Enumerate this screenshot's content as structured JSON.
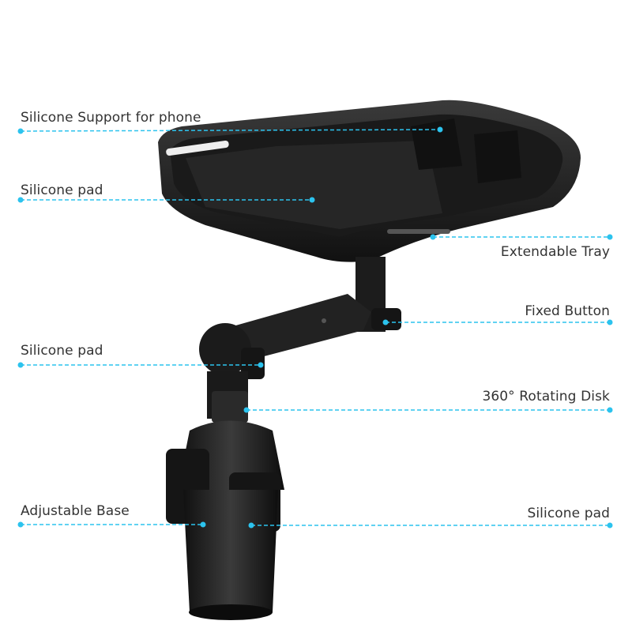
{
  "callouts": {
    "silicone_support_phone": "Silicone Support for phone",
    "silicone_pad_tray": "Silicone pad",
    "extendable_tray": "Extendable Tray",
    "fixed_button": "Fixed Button",
    "silicone_pad_arm": "Silicone pad",
    "rotating_disk": "360° Rotating Disk",
    "adjustable_base": "Adjustable Base",
    "silicone_pad_base": "Silicone pad"
  },
  "colors": {
    "line": "#2cc3ee",
    "product": "#1c1c1c",
    "text": "#333333"
  }
}
